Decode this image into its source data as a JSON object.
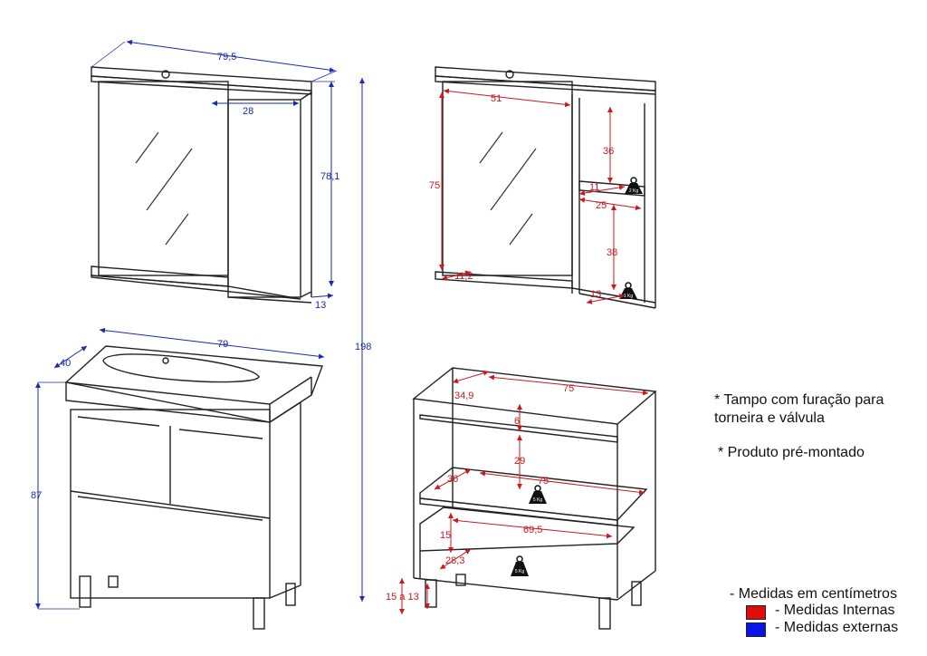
{
  "colors": {
    "external": "#1a2aa8",
    "internal": "#c8191e",
    "line": "#222222"
  },
  "dimensions": {
    "external": {
      "mirror_width": "79,5",
      "mirror_door_width": "28",
      "mirror_height": "78,1",
      "mirror_depth": "13",
      "total_height": "198",
      "cabinet_width": "79",
      "cabinet_depth": "40",
      "cabinet_height": "87"
    },
    "internal": {
      "mirror_inner_width": "51",
      "mirror_inner_height": "75",
      "shelf_upper_height": "36",
      "shelf_depth_upper": "11",
      "shelf_width": "25",
      "shelf_lower_height": "38",
      "shelf_depth_lower": "13",
      "mirror_bottom_depth": "11,2",
      "cab_inner_width": "75",
      "cab_top_depth": "34,9",
      "cab_top_gap": "6",
      "cab_mid_height": "29",
      "cab_shelf_depth": "36",
      "cab_shelf_width": "75",
      "drawer_width": "69,5",
      "drawer_height": "15",
      "drawer_depth": "28,3",
      "feet_height": "15 a 13"
    }
  },
  "weights": {
    "mirror_upper": "2 Kg",
    "mirror_lower": "1 Kg",
    "cabinet_shelf": "5 Kg",
    "cabinet_drawer": "5 Kg"
  },
  "notes": {
    "line1": "* Tampo com furação para",
    "line2": "torneira e válvula",
    "line3": "* Produto pré-montado"
  },
  "legend": {
    "title": "- Medidas em centímetros",
    "internal_label": "- Medidas Internas",
    "external_label": "- Medidas externas"
  }
}
